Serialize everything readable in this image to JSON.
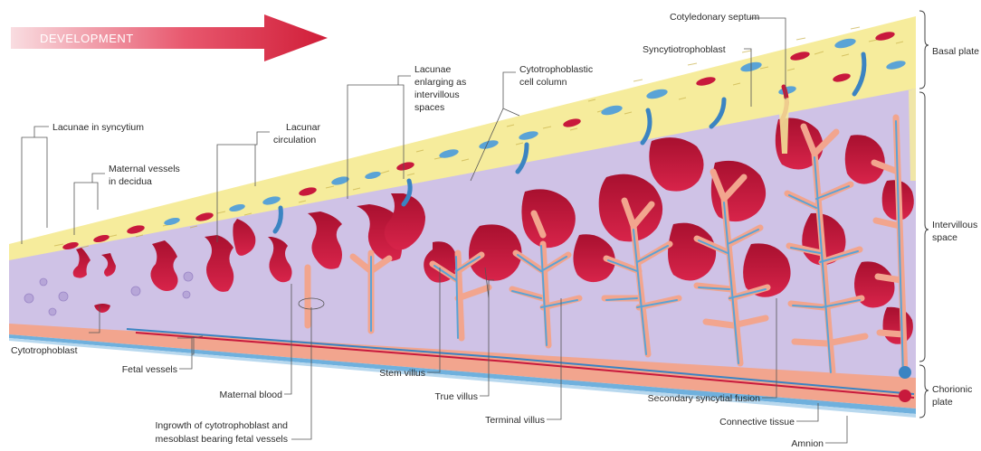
{
  "banner": {
    "text": "DEVELOPMENT"
  },
  "labels": {
    "lacunae_in_syncytium": "Lacunae in syncytium",
    "maternal_vessels_1": "Maternal vessels",
    "maternal_vessels_2": "in decidua",
    "lacunar_circulation_1": "Lacunar",
    "lacunar_circulation_2": "circulation",
    "lacunae_enlarging_1": "Lacunae",
    "lacunae_enlarging_2": "enlarging as",
    "lacunae_enlarging_3": "intervillous",
    "lacunae_enlarging_4": "spaces",
    "cell_column_1": "Cytotrophoblastic",
    "cell_column_2": "cell column",
    "cotyledonary_septum": "Cotyledonary septum",
    "syncytiotrophoblast": "Syncytiotrophoblast",
    "basal_plate": "Basal plate",
    "intervillous_space_1": "Intervillous",
    "intervillous_space_2": "space",
    "chorionic_plate_1": "Chorionic",
    "chorionic_plate_2": "plate",
    "cytotrophoblast": "Cytotrophoblast",
    "fetal_vessels": "Fetal vessels",
    "maternal_blood": "Maternal blood",
    "ingrowth_1": "Ingrowth of cytotrophoblast and",
    "ingrowth_2": "mesoblast bearing fetal vessels",
    "stem_villus": "Stem villus",
    "true_villus": "True villus",
    "terminal_villus": "Terminal villus",
    "secondary_syncytial_fusion": "Secondary syncytial fusion",
    "connective_tissue": "Connective tissue",
    "amnion": "Amnion"
  },
  "colors": {
    "decidua": "#f6ec9c",
    "syncytium": "#cdbfe3",
    "maternal_blood": "#c8193c",
    "fetal_vessel_blue": "#5aa3d6",
    "villus_core": "#f2a58e",
    "arrow_start": "#f7cdd3",
    "arrow_end": "#d4203a"
  }
}
